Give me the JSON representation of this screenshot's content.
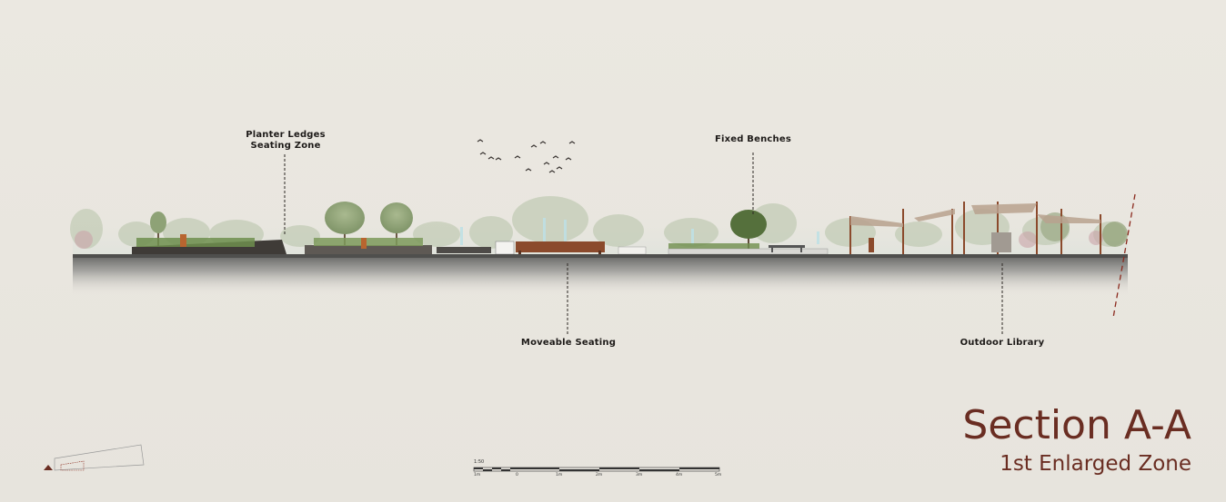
{
  "title": "Section A-A",
  "subtitle": "1st Enlarged Zone",
  "annotations": {
    "planter": [
      "Planter Ledges",
      "Seating Zone"
    ],
    "fixed": "Fixed Benches",
    "moveable": "Moveable Seating",
    "library": "Outdoor Library"
  },
  "scale_bar": {
    "ratio": "1:50",
    "ticks": [
      "1m",
      "0",
      "1m",
      "2m",
      "3m",
      "4m",
      "5m"
    ]
  },
  "colors": {
    "accent": "#6a2d22",
    "paper": "#e9e6df",
    "ground": "#7d7d7b",
    "foliage": "#8fa47a",
    "timber": "#8b4a2c"
  }
}
